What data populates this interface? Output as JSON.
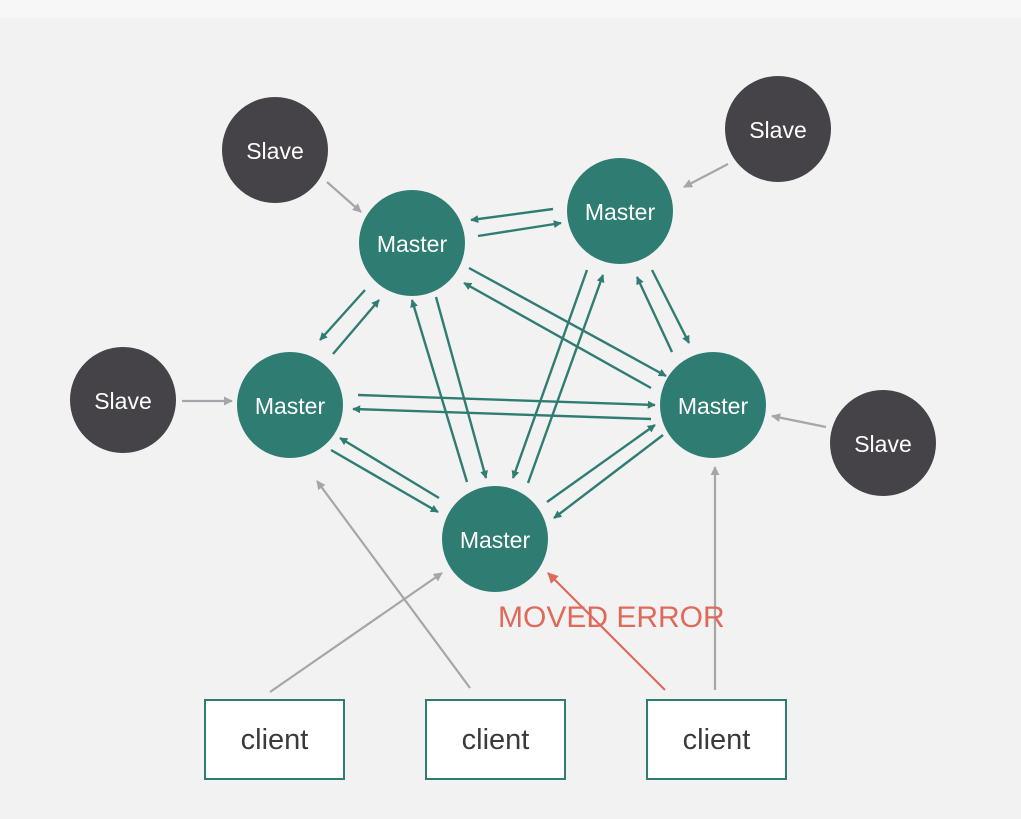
{
  "colors": {
    "master": "#2f7d72",
    "slave": "#454347",
    "master_link": "#2f7d72",
    "slave_link": "#a6a6aa",
    "client_link": "#a6a6aa",
    "client_border": "#2f7d72",
    "error": "#e06a5a"
  },
  "nodes": {
    "master_top_left": "Master",
    "master_top_right": "Master",
    "master_left": "Master",
    "master_right": "Master",
    "master_bottom": "Master",
    "slave_top_left": "Slave",
    "slave_top_right": "Slave",
    "slave_left": "Slave",
    "slave_right": "Slave"
  },
  "clients": [
    "client",
    "client",
    "client"
  ],
  "error_label": "MOVED ERROR"
}
